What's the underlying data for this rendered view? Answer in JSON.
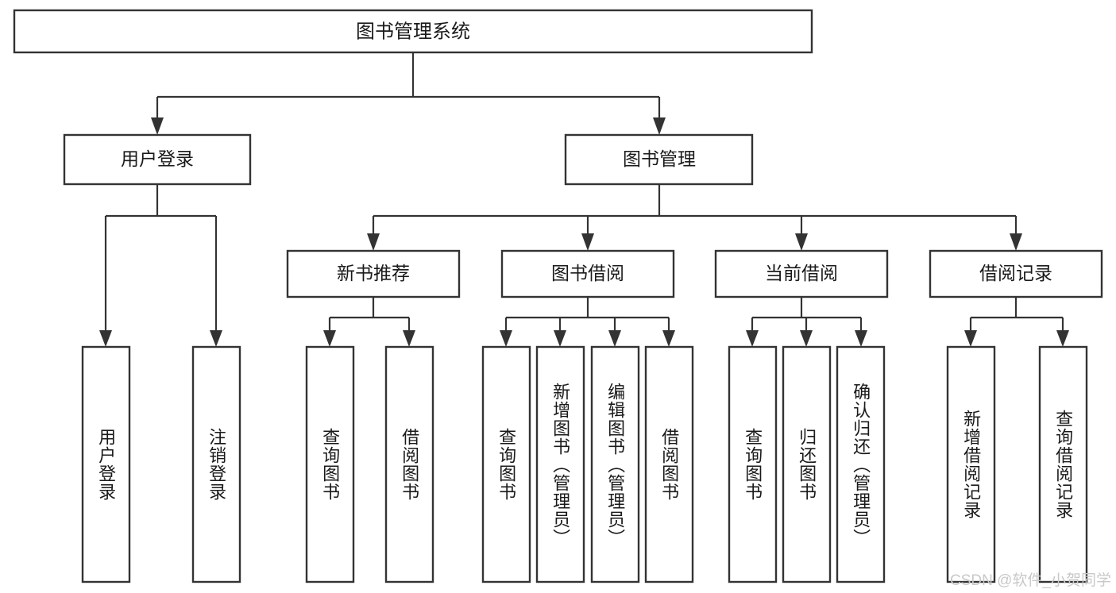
{
  "diagram": {
    "title": "图书管理系统",
    "type": "tree",
    "background_color": "#ffffff",
    "line_color": "#333333",
    "text_color": "#1a1a1a",
    "root": {
      "label": "图书管理系统",
      "orientation": "horizontal"
    },
    "level2": [
      {
        "label": "用户登录",
        "orientation": "horizontal"
      },
      {
        "label": "图书管理",
        "orientation": "horizontal"
      }
    ],
    "level3": [
      {
        "label": "新书推荐",
        "orientation": "horizontal"
      },
      {
        "label": "图书借阅",
        "orientation": "horizontal"
      },
      {
        "label": "当前借阅",
        "orientation": "horizontal"
      },
      {
        "label": "借阅记录",
        "orientation": "horizontal"
      }
    ],
    "leaves": [
      {
        "label": "用户登录",
        "parent": "用户登录",
        "orientation": "vertical"
      },
      {
        "label": "注销登录",
        "parent": "用户登录",
        "orientation": "vertical"
      },
      {
        "label": "查询图书",
        "parent": "新书推荐",
        "orientation": "vertical"
      },
      {
        "label": "借阅图书",
        "parent": "新书推荐",
        "orientation": "vertical"
      },
      {
        "label": "查询图书",
        "parent": "图书借阅",
        "orientation": "vertical"
      },
      {
        "label": "新增图书（管理员）",
        "parent": "图书借阅",
        "orientation": "vertical"
      },
      {
        "label": "编辑图书（管理员）",
        "parent": "图书借阅",
        "orientation": "vertical"
      },
      {
        "label": "借阅图书",
        "parent": "图书借阅",
        "orientation": "vertical"
      },
      {
        "label": "查询图书",
        "parent": "当前借阅",
        "orientation": "vertical"
      },
      {
        "label": "归还图书",
        "parent": "当前借阅",
        "orientation": "vertical"
      },
      {
        "label": "确认归还（管理员）",
        "parent": "当前借阅",
        "orientation": "vertical"
      },
      {
        "label": "新增借阅记录",
        "parent": "借阅记录",
        "orientation": "vertical"
      },
      {
        "label": "查询借阅记录",
        "parent": "借阅记录",
        "orientation": "vertical"
      }
    ]
  },
  "watermark": {
    "text": "CSDN @软件_小贺同学",
    "color": "#c9c9c9"
  }
}
